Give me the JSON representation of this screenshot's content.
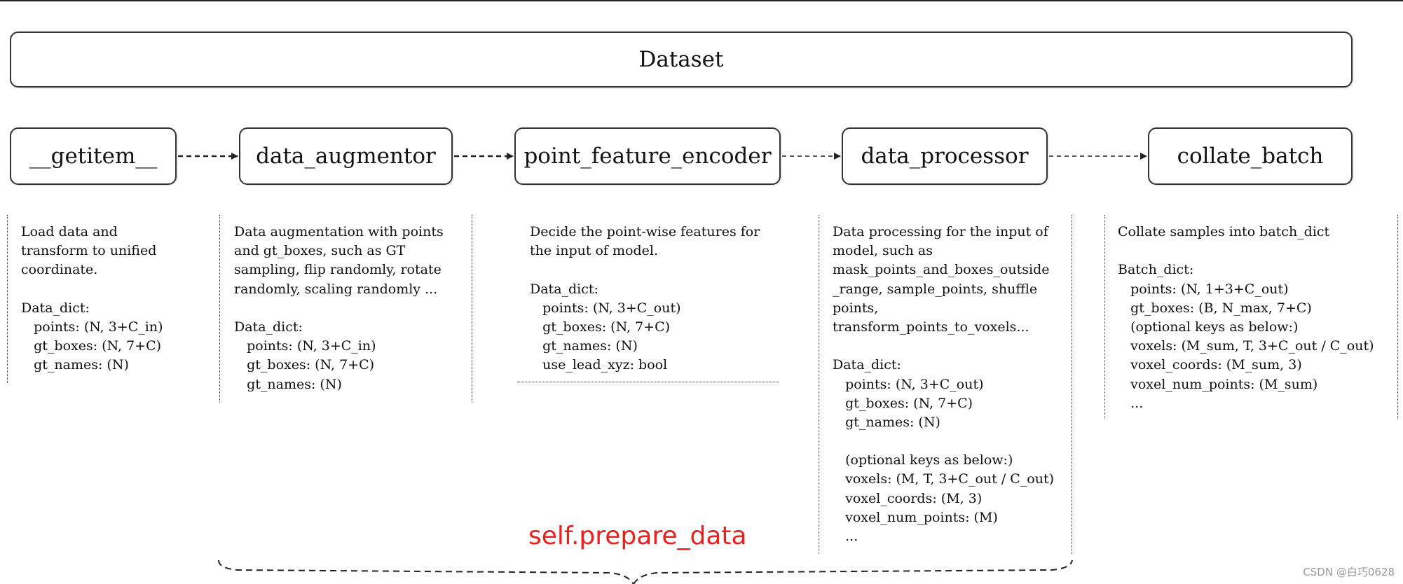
{
  "dataset": {
    "label": "Dataset"
  },
  "steps": [
    {
      "label": "__getitem__"
    },
    {
      "label": "data_augmentor"
    },
    {
      "label": "point_feature_encoder"
    },
    {
      "label": "data_processor"
    },
    {
      "label": "collate_batch"
    }
  ],
  "descriptions": [
    {
      "lines": [
        "Load data and",
        "transform to unified",
        "coordinate.",
        "",
        "Data_dict:",
        "   points: (N, 3+C_in)",
        "   gt_boxes: (N, 7+C)",
        "   gt_names: (N)"
      ]
    },
    {
      "lines": [
        "Data augmentation with points",
        "and gt_boxes, such as GT",
        "sampling, flip randomly, rotate",
        "randomly, scaling randomly ...",
        "",
        "Data_dict:",
        "   points: (N, 3+C_in)",
        "   gt_boxes: (N, 7+C)",
        "   gt_names: (N)"
      ]
    },
    {
      "lines": [
        "Decide the point-wise features for",
        "the input of model.",
        "",
        "Data_dict:",
        "   points: (N, 3+C_out)",
        "   gt_boxes: (N, 7+C)",
        "   gt_names: (N)",
        "   use_lead_xyz: bool"
      ]
    },
    {
      "lines": [
        "Data processing for the input of",
        "model, such as",
        "mask_points_and_boxes_outside",
        "_range, sample_points, shuffle",
        "points,",
        "transform_points_to_voxels...",
        "",
        "Data_dict:",
        "   points: (N, 3+C_out)",
        "   gt_boxes: (N, 7+C)",
        "   gt_names: (N)",
        "",
        "   (optional keys as below:)",
        "   voxels: (M, T, 3+C_out / C_out)",
        "   voxel_coords: (M, 3)",
        "   voxel_num_points: (M)",
        "   ..."
      ]
    },
    {
      "lines": [
        "Collate samples into batch_dict",
        "",
        "Batch_dict:",
        "   points: (N, 1+3+C_out)",
        "   gt_boxes: (B, N_max, 7+C)",
        "   (optional keys as below:)",
        "   voxels: (M_sum, T, 3+C_out / C_out)",
        "   voxel_coords: (M_sum, 3)",
        "   voxel_num_points: (M_sum)",
        "   ..."
      ]
    }
  ],
  "prepare_label": "self.prepare_data",
  "watermark": "CSDN @白巧0628",
  "colors": {
    "prepare_label": "#e8211d",
    "border": "#333333"
  }
}
